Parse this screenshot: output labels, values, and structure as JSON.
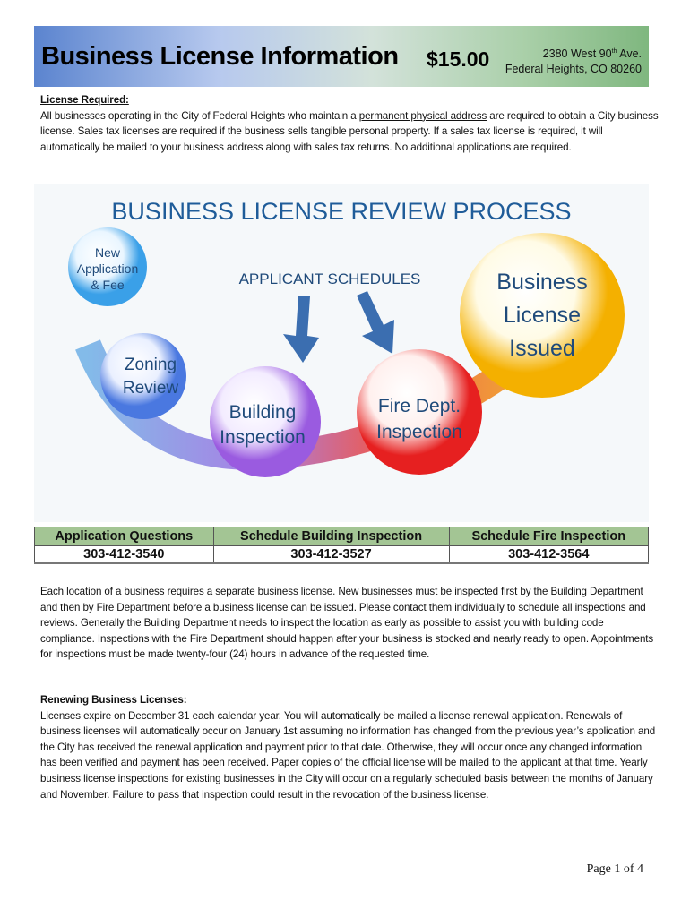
{
  "header": {
    "title": "Business License Information",
    "price": "$15.00",
    "address_line1_pre": "2380 West 90",
    "address_sup": "th",
    "address_line1_post": " Ave.",
    "address_line2": "Federal Heights, CO 80260"
  },
  "license_required": {
    "heading": "License Required:",
    "text_pre": "All businesses operating in the City of Federal Heights who maintain a ",
    "link": "permanent physical address",
    "text_post": " are required to obtain a City business license.  Sales tax licenses are required if the business sells tangible personal property.  If a sales tax license is required, it will automatically be mailed to your business address along with sales tax returns.  No additional applications are required."
  },
  "diagram": {
    "title": "BUSINESS LICENSE REVIEW PROCESS",
    "applicant": "APPLICANT SCHEDULES",
    "steps": [
      [
        "New",
        "Application",
        "& Fee"
      ],
      [
        "Zoning",
        "Review"
      ],
      [
        "Building",
        "Inspection"
      ],
      [
        "Fire Dept.",
        "Inspection"
      ],
      [
        "Business",
        "License",
        "Issued"
      ]
    ]
  },
  "contacts": {
    "headers": [
      "Application Questions",
      "Schedule Building Inspection",
      "Schedule Fire Inspection"
    ],
    "phones": [
      "303-412-3540",
      "303-412-3527",
      "303-412-3564"
    ]
  },
  "inspections_text": "Each location of a business requires a separate business license. New businesses must be inspected first by the Building Department and then by Fire Department before a business license can be issued.  Please contact them individually to schedule all inspections and reviews.  Generally the Building Department needs to inspect the location as early as possible to assist you with building code compliance.  Inspections with the Fire Department should happen after your business is stocked and nearly ready to open.  Appointments for inspections must be made twenty-four (24) hours in advance of the requested time.",
  "renewing": {
    "heading": "Renewing Business Licenses:",
    "text": "Licenses expire on December 31 each calendar year.  You will automatically be mailed a license renewal application.  Renewals of business licenses will automatically occur on January 1st assuming no information has changed from the previous year’s application and the City has received the renewal application and payment prior to that date.  Otherwise, they will occur once any changed information has been verified and payment has been received.  Paper copies of the official license will be mailed to the applicant at that time. Yearly business license inspections for existing businesses in the City will occur on a regularly scheduled basis between the months of January and November.  Failure to pass that inspection could result in the revocation of the business license."
  },
  "footer": {
    "page": "Page 1 of 4"
  }
}
